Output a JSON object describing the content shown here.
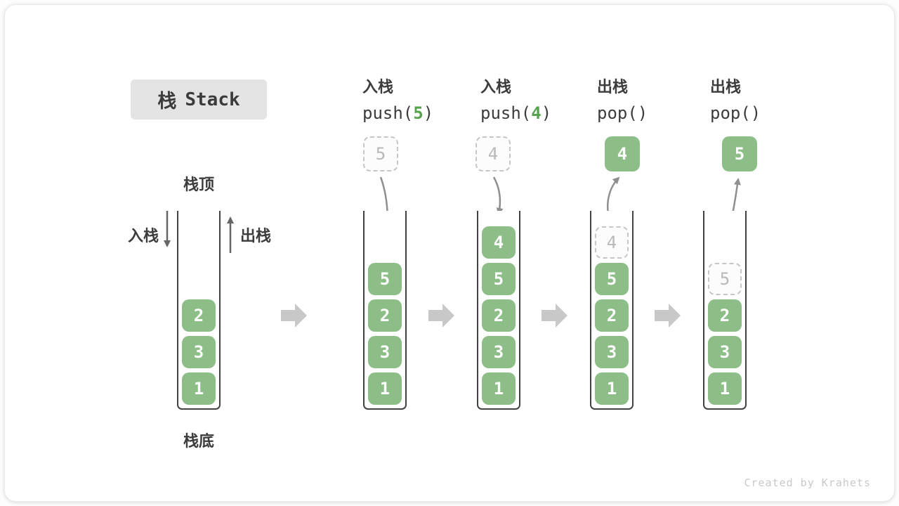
{
  "title": {
    "zh": "栈",
    "en": "Stack"
  },
  "side_labels": {
    "stack_top": "栈顶",
    "stack_bottom": "栈底",
    "push_in": "入栈",
    "pop_out": "出栈"
  },
  "operations": [
    {
      "label": "入栈",
      "code": [
        {
          "text": "push(",
          "color": "dark"
        },
        {
          "text": "5",
          "color": "green"
        },
        {
          "text": ")",
          "color": "dark"
        }
      ]
    },
    {
      "label": "入栈",
      "code": [
        {
          "text": "push(",
          "color": "dark"
        },
        {
          "text": "4",
          "color": "green"
        },
        {
          "text": ")",
          "color": "dark"
        }
      ]
    },
    {
      "label": "出栈",
      "code": [
        {
          "text": "pop()",
          "color": "dark"
        }
      ]
    },
    {
      "label": "出栈",
      "code": [
        {
          "text": "pop()",
          "color": "dark"
        }
      ]
    }
  ],
  "stacks": [
    {
      "name": "initial-stack",
      "items": [
        {
          "value": "2"
        },
        {
          "value": "3"
        },
        {
          "value": "1"
        }
      ]
    },
    {
      "name": "after-push-5",
      "floating": {
        "value": "5",
        "variant": "dashed"
      },
      "items": [
        {
          "value": "5"
        },
        {
          "value": "2"
        },
        {
          "value": "3"
        },
        {
          "value": "1"
        }
      ]
    },
    {
      "name": "after-push-4",
      "floating": {
        "value": "4",
        "variant": "dashed"
      },
      "items": [
        {
          "value": "4"
        },
        {
          "value": "5"
        },
        {
          "value": "2"
        },
        {
          "value": "3"
        },
        {
          "value": "1"
        }
      ]
    },
    {
      "name": "after-pop-4",
      "floating": {
        "value": "4",
        "variant": "solid"
      },
      "items": [
        {
          "value": "4",
          "ghost": true
        },
        {
          "value": "5"
        },
        {
          "value": "2"
        },
        {
          "value": "3"
        },
        {
          "value": "1"
        }
      ]
    },
    {
      "name": "after-pop-5",
      "floating": {
        "value": "5",
        "variant": "solid"
      },
      "items": [
        {
          "value": "5",
          "ghost": true
        },
        {
          "value": "2"
        },
        {
          "value": "3"
        },
        {
          "value": "1"
        }
      ]
    }
  ],
  "watermark": "Created by Krahets",
  "colors": {
    "cell_green": "#8dbe88",
    "code_green": "#55a34c",
    "step_arrow_gray": "#c8c8c8",
    "curve_arrow_gray": "#8f8f8f",
    "title_bg": "#e4e4e4",
    "text_dark": "#3c3c3c"
  }
}
